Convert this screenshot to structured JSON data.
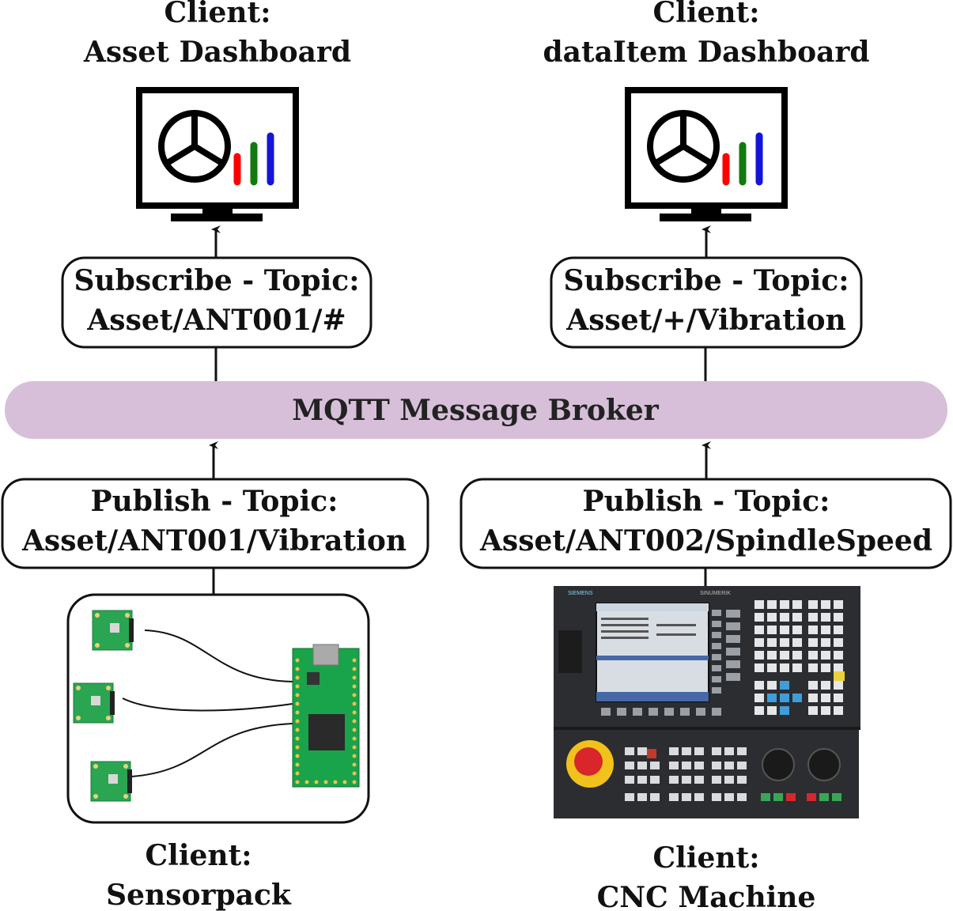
{
  "clients": {
    "asset_dashboard": {
      "line1": "Client:",
      "line2": "Asset Dashboard"
    },
    "dataitem_dashboard": {
      "line1": "Client:",
      "line2": "dataItem Dashboard"
    },
    "sensorpack": {
      "line1": "Client:",
      "line2": "Sensorpack"
    },
    "cnc_machine": {
      "line1": "Client:",
      "line2": "CNC Machine"
    }
  },
  "subscriptions": [
    {
      "line1": "Subscribe - Topic:",
      "line2": "Asset/ANT001/#"
    },
    {
      "line1": "Subscribe - Topic:",
      "line2": "Asset/+/Vibration"
    }
  ],
  "publications": [
    {
      "line1": "Publish - Topic:",
      "line2": "Asset/ANT001/Vibration"
    },
    {
      "line1": "Publish - Topic:",
      "line2": "Asset/ANT002/SpindleSpeed"
    }
  ],
  "broker": {
    "label": "MQTT Message Broker"
  },
  "cnc_panel": {
    "brand": "SIEMENS",
    "model": "SINUMERIK"
  },
  "colors": {
    "broker_fill": "#d7bfd9",
    "bar_red": "#ff0000",
    "bar_green": "#107a10",
    "bar_blue": "#1414d8",
    "pcb_green": "#2aa552",
    "teensy_green": "#19a34a"
  },
  "icons": {
    "dashboard": "monitor-dashboard-icon",
    "sensors": "sensor-board-icon",
    "microcontroller": "microcontroller-board-icon",
    "cnc": "cnc-control-panel-icon"
  }
}
